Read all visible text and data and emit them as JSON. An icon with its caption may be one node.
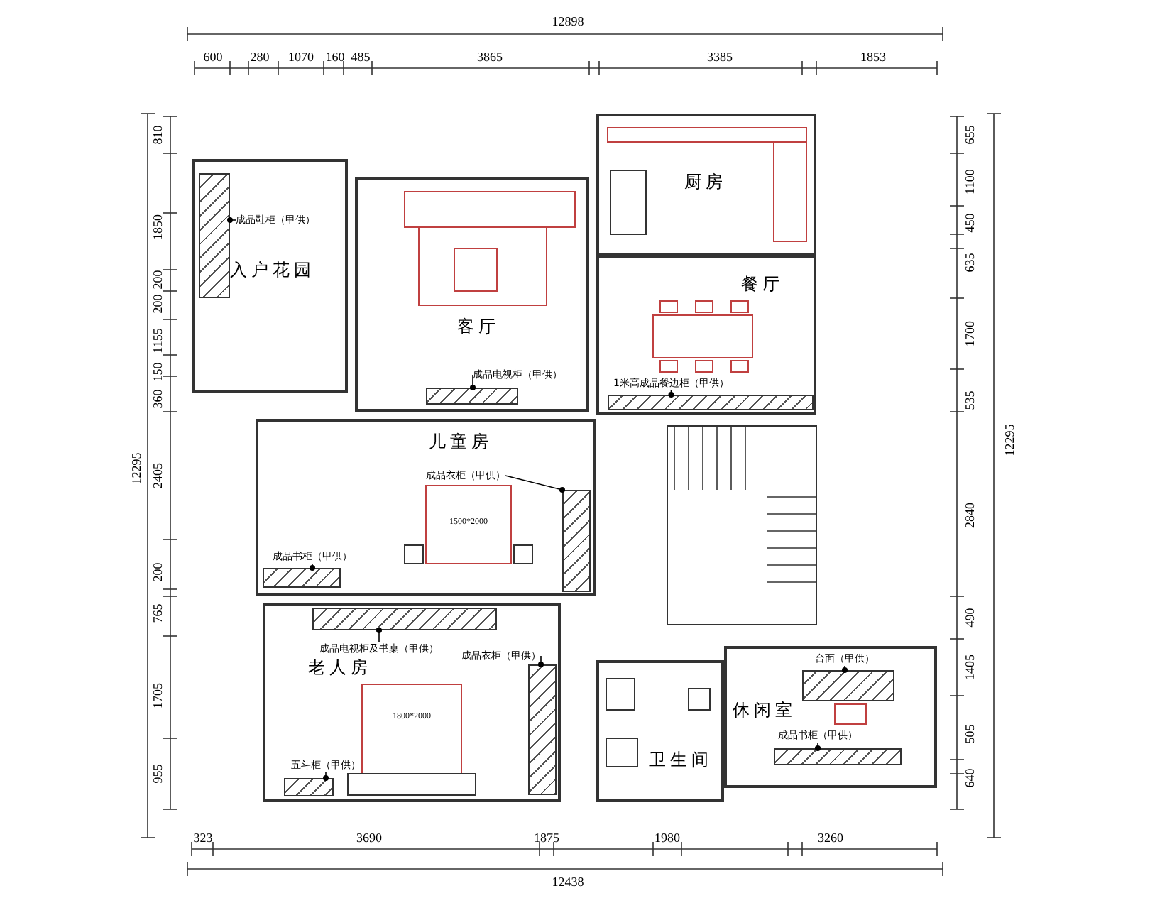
{
  "diagram": {
    "nodes": [
      {
        "text": [
          "入户花园"
        ]
      },
      {
        "text": [
          "客厅"
        ]
      },
      {
        "text": [
          "厨房"
        ]
      },
      {
        "text": [
          "餐厅"
        ]
      },
      {
        "text": [
          "儿童房"
        ]
      },
      {
        "text": [
          "老人房"
        ]
      },
      {
        "text": [
          "卫生间"
        ]
      },
      {
        "text": [
          "休闲室"
        ]
      },
      {
        "text": [
          "成品鞋柜（甲供）"
        ],
        "in": 0
      },
      {
        "text": [],
        "shape": "box",
        "in": 0
      },
      {
        "text": [
          "成品电视柜（甲供）"
        ],
        "in": 1
      },
      {
        "text": [],
        "shape": "box",
        "in": 1
      },
      {
        "text": [
          "1米高成品餐边柜（甲供）"
        ],
        "in": 3
      },
      {
        "text": [],
        "shape": "box",
        "in": 3
      },
      {
        "text": [
          "成品衣柜（甲供）"
        ],
        "in": 4
      },
      {
        "text": [],
        "shape": "box",
        "in": 4
      },
      {
        "text": [
          "成品书柜（甲供）"
        ],
        "in": 4
      },
      {
        "text": [],
        "shape": "box",
        "in": 4
      },
      {
        "text": [
          "成品电视柜及书桌（甲供）"
        ],
        "in": 5
      },
      {
        "text": [],
        "shape": "box",
        "in": 5
      },
      {
        "text": [
          "成品衣柜（甲供）"
        ],
        "in": 5
      },
      {
        "text": [],
        "shape": "box",
        "in": 5
      },
      {
        "text": [
          "五斗柜（甲供）"
        ],
        "in": 5
      },
      {
        "text": [],
        "shape": "box",
        "in": 5
      },
      {
        "text": [
          "台面（甲供）"
        ],
        "in": 7
      },
      {
        "text": [],
        "shape": "box",
        "in": 7
      },
      {
        "text": [
          "成品书柜（甲供）"
        ],
        "in": 7
      },
      {
        "text": [],
        "shape": "box",
        "in": 7
      }
    ],
    "edges": [
      {
        "from": 8,
        "to": 9,
        "arrow": "other"
      },
      {
        "from": 10,
        "to": 11,
        "arrow": "other"
      },
      {
        "from": 12,
        "to": 13,
        "arrow": "other"
      },
      {
        "from": 14,
        "to": 15,
        "arrow": "other"
      },
      {
        "from": 16,
        "to": 17,
        "arrow": "other"
      },
      {
        "from": 18,
        "to": 19,
        "arrow": "other"
      },
      {
        "from": 20,
        "to": 21,
        "arrow": "other"
      },
      {
        "from": 22,
        "to": 23,
        "arrow": "other"
      },
      {
        "from": 24,
        "to": 25,
        "arrow": "other"
      },
      {
        "from": 26,
        "to": 27,
        "arrow": "other"
      }
    ],
    "labels": [
      "12898",
      "600",
      "280",
      "1070",
      "160",
      "485",
      "3865",
      "3385",
      "1853",
      "12295",
      "810",
      "1850",
      "200",
      "200",
      "1155",
      "150",
      "360",
      "2405",
      "200",
      "765",
      "1705",
      "955",
      "655",
      "1100",
      "450",
      "635",
      "1700",
      "535",
      "2840",
      "490",
      "1405",
      "505",
      "640",
      "12295",
      "323",
      "3690",
      "1875",
      "1980",
      "3260",
      "12438",
      "1500*2000",
      "1800*2000"
    ]
  }
}
